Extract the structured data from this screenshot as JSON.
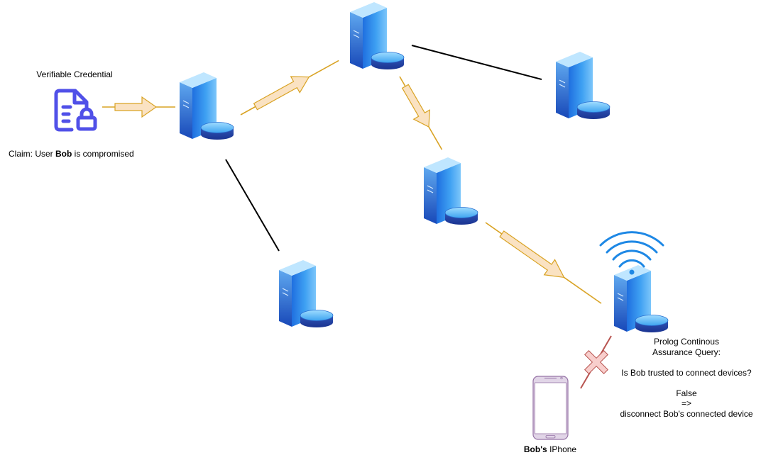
{
  "credential": {
    "title": "Verifiable Credential",
    "claim_prefix": "Claim: User ",
    "claim_name": "Bob",
    "claim_suffix": " is compromised"
  },
  "query": {
    "line1": "Prolog Continous",
    "line2": "Assurance Query:",
    "question": "Is Bob trusted to connect devices?",
    "result": "False",
    "implies": "=>",
    "action": "disconnect Bob's connected device"
  },
  "device": {
    "owner": "Bob's",
    "name": " IPhone"
  },
  "colors": {
    "arrow_fill": "#FAE2C2",
    "arrow_stroke": "#D9A324",
    "link_line": "#000000",
    "blocked_line": "#B85450",
    "blocked_x_fill": "#F8CECC",
    "wifi": "#1E88E5",
    "credential_icon": "#5050E8",
    "phone_fill": "#E1D5E7",
    "phone_stroke": "#9673A6"
  },
  "icons": [
    "document-lock-icon",
    "server-icon",
    "wifi-icon",
    "smartphone-icon",
    "blocked-x-icon"
  ]
}
